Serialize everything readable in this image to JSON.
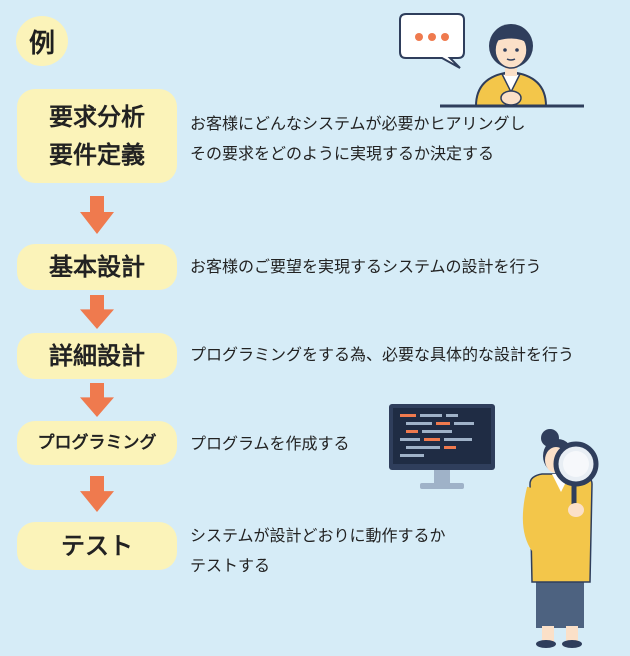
{
  "badge": "例",
  "steps": [
    {
      "lines": [
        "要求分析",
        "要件定義"
      ],
      "desc_lines": [
        "お客様にどんなシステムが必要かヒアリングし",
        "その要求をどのように実現するか決定する"
      ]
    },
    {
      "lines": [
        "基本設計"
      ],
      "desc_lines": [
        "お客様のご要望を実現するシステムの設計を行う"
      ]
    },
    {
      "lines": [
        "詳細設計"
      ],
      "desc_lines": [
        "プログラミングをする為、必要な具体的な設計を行う"
      ]
    },
    {
      "lines": [
        "プログラミング"
      ],
      "desc_lines": [
        "プログラムを作成する"
      ]
    },
    {
      "lines": [
        "テスト"
      ],
      "desc_lines": [
        "システムが設計どおりに動作するか",
        "テストする"
      ]
    }
  ],
  "colors": {
    "background": "#d6ecf7",
    "pill": "#fbf3b9",
    "arrow": "#ef7a4e",
    "jacket": "#f3c64a",
    "hair": "#2f3e5c"
  },
  "icons": [
    "speech-bubble-icon",
    "person-at-desk-illustration",
    "code-monitor-icon",
    "person-with-magnifier-illustration"
  ]
}
